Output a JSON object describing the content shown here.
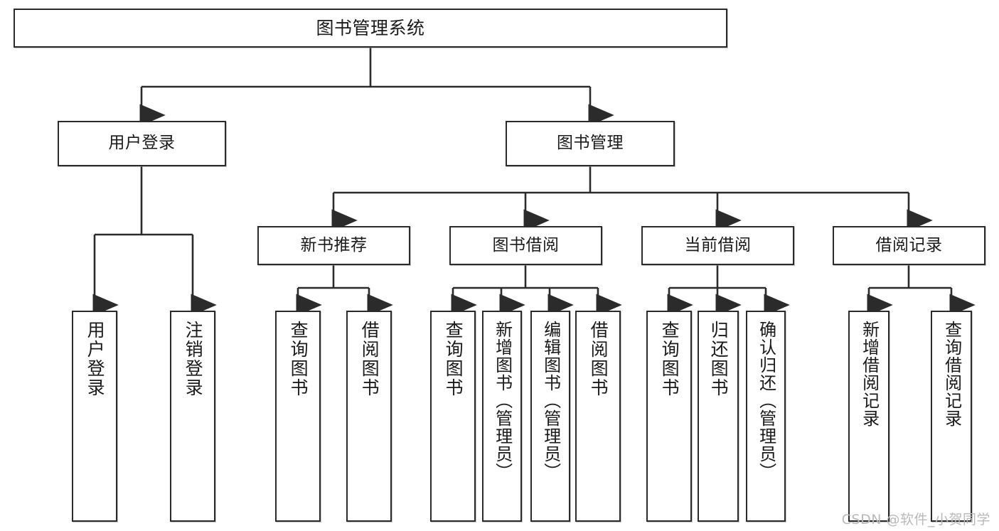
{
  "diagram": {
    "title": "图书管理系统",
    "watermark": "CSDN @软件_小贺同学",
    "line_color": "#2b2b2b",
    "box_fill": "#ffffff",
    "text_color": "#1a1a1a",
    "watermark_color": "#b9b9b9"
  },
  "nodes": {
    "root": {
      "label": "图书管理系统"
    },
    "user_login": {
      "label": "用户登录"
    },
    "book_manage": {
      "label": "图书管理"
    },
    "new_book_rec": {
      "label": "新书推荐"
    },
    "book_borrow": {
      "label": "图书借阅"
    },
    "current_borrow": {
      "label": "当前借阅"
    },
    "borrow_record": {
      "label": "借阅记录"
    },
    "leaf_user_login": {
      "label": "用户登录"
    },
    "leaf_logout": {
      "label": "注销登录"
    },
    "leaf_query_book_1": {
      "label": "查询图书"
    },
    "leaf_borrow_book_1": {
      "label": "借阅图书"
    },
    "leaf_query_book_2": {
      "label": "查询图书"
    },
    "leaf_add_book": {
      "label": "新增图书（管理员）"
    },
    "leaf_edit_book": {
      "label": "编辑图书（管理员）"
    },
    "leaf_borrow_book_2": {
      "label": "借阅图书"
    },
    "leaf_query_book_3": {
      "label": "查询图书"
    },
    "leaf_return_book": {
      "label": "归还图书"
    },
    "leaf_confirm_return": {
      "label": "确认归还（管理员）"
    },
    "leaf_add_record": {
      "label": "新增借阅记录"
    },
    "leaf_query_record": {
      "label": "查询借阅记录"
    }
  },
  "chart_data": {
    "type": "diagram",
    "title": "图书管理系统",
    "structure": "tree",
    "levels": 4,
    "tree": {
      "label": "图书管理系统",
      "children": [
        {
          "label": "用户登录",
          "children": [
            {
              "label": "用户登录",
              "children": []
            },
            {
              "label": "注销登录",
              "children": []
            }
          ]
        },
        {
          "label": "图书管理",
          "children": [
            {
              "label": "新书推荐",
              "children": [
                {
                  "label": "查询图书",
                  "children": []
                },
                {
                  "label": "借阅图书",
                  "children": []
                }
              ]
            },
            {
              "label": "图书借阅",
              "children": [
                {
                  "label": "查询图书",
                  "children": []
                },
                {
                  "label": "新增图书（管理员）",
                  "children": []
                },
                {
                  "label": "编辑图书（管理员）",
                  "children": []
                },
                {
                  "label": "借阅图书",
                  "children": []
                }
              ]
            },
            {
              "label": "当前借阅",
              "children": [
                {
                  "label": "查询图书",
                  "children": []
                },
                {
                  "label": "归还图书",
                  "children": []
                },
                {
                  "label": "确认归还（管理员）",
                  "children": []
                }
              ]
            },
            {
              "label": "借阅记录",
              "children": [
                {
                  "label": "新增借阅记录",
                  "children": []
                },
                {
                  "label": "查询借阅记录",
                  "children": []
                }
              ]
            }
          ]
        }
      ]
    }
  }
}
